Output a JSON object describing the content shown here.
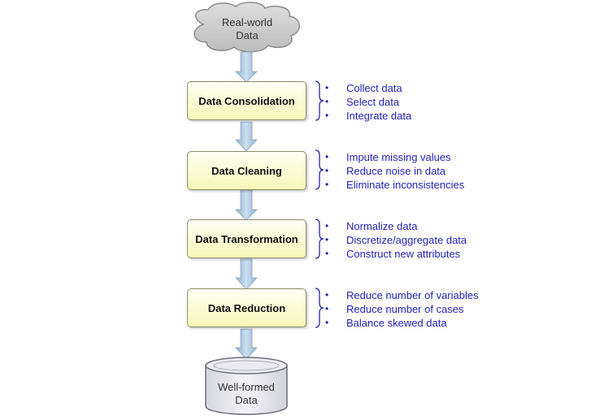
{
  "source": "Real-world\nData",
  "stages": [
    {
      "label": "Data Consolidation",
      "bullets": [
        "Collect data",
        "Select data",
        "Integrate data"
      ]
    },
    {
      "label": "Data Cleaning",
      "bullets": [
        "Impute missing values",
        "Reduce noise in data",
        "Eliminate inconsistencies"
      ]
    },
    {
      "label": "Data Transformation",
      "bullets": [
        "Normalize data",
        "Discretize/aggregate data",
        "Construct new attributes"
      ]
    },
    {
      "label": "Data Reduction",
      "bullets": [
        "Reduce number of variables",
        "Reduce number of cases",
        "Balance skewed data"
      ]
    }
  ],
  "result": "Well-formed\nData",
  "colors": {
    "box_fill": "#f7f7b8",
    "bullet_text": "#1f1fbf",
    "arrow": "#a9c4dc",
    "cloud": "#c8c8c8",
    "cylinder": "#e4e4ec"
  }
}
